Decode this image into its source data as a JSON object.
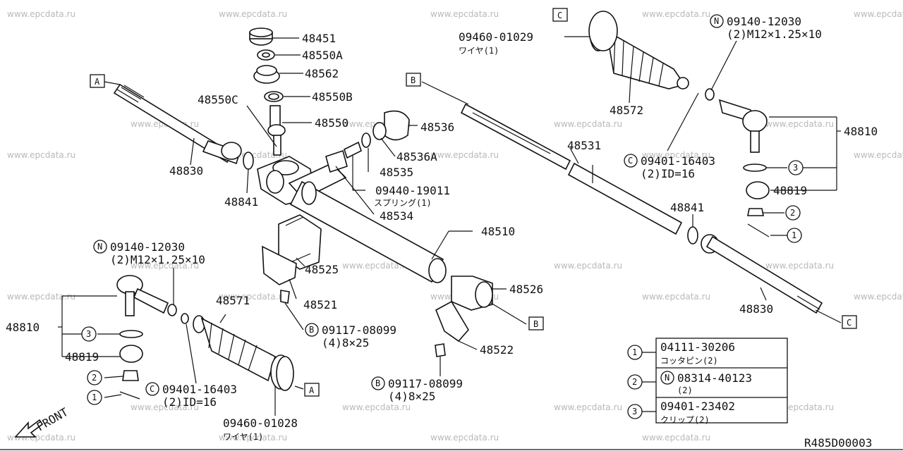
{
  "watermark": "www.epcdata.ru",
  "diagram_id": "R485D00003",
  "front_label": "FRONT",
  "ref_a": "A",
  "ref_b": "B",
  "ref_c": "C",
  "part_numbers": {
    "p48451": "48451",
    "p48550A": "48550A",
    "p48562": "48562",
    "p48550B": "48550B",
    "p48550C": "48550C",
    "p48550": "48550",
    "p48536": "48536",
    "p48536A": "48536A",
    "p48535": "48535",
    "p09440": "09440-19011",
    "p09440_note": "スプリング(1)",
    "p48534": "48534",
    "p48830_left": "48830",
    "p48841_left": "48841",
    "p48531": "48531",
    "p48841_right": "48841",
    "p48830_right": "48830",
    "p48510": "48510",
    "p48525": "48525",
    "p48521": "48521",
    "p48526": "48526",
    "p48522": "48522",
    "p48572": "48572",
    "p48571": "48571",
    "p48810_right": "48810",
    "p48819_right": "48819",
    "p48810_left": "48810",
    "p48819_left": "48819",
    "p09460_top": "09460-01029",
    "p09460_top_note": "ワイヤ(1)",
    "p09460_bot": "09460-01028",
    "p09460_bot_note": "ワイヤ(1)",
    "p09140_top": "09140-12030",
    "p09140_top_spec": "(2)M12×1.25×10",
    "p09140_left": "09140-12030",
    "p09140_left_spec": "(2)M12×1.25×10",
    "p09401_right": "09401-16403",
    "p09401_right_spec": "(2)ID=16",
    "p09401_left": "09401-16403",
    "p09401_left_spec": "(2)ID=16",
    "p09117_a": "09117-08099",
    "p09117_a_spec": "(4)8×25",
    "p09117_b": "09117-08099",
    "p09117_b_spec": "(4)8×25"
  },
  "prefixes": {
    "n": "N",
    "c": "C",
    "b": "B"
  },
  "callouts": [
    "1",
    "2",
    "3"
  ],
  "legend": [
    {
      "num": "1",
      "prefix": "",
      "part": "04111-30206",
      "note": "コッタピン(2)"
    },
    {
      "num": "2",
      "prefix": "N",
      "part": "08314-40123",
      "note": "(2)"
    },
    {
      "num": "3",
      "prefix": "",
      "part": "09401-23402",
      "note": "クリップ(2)"
    }
  ]
}
